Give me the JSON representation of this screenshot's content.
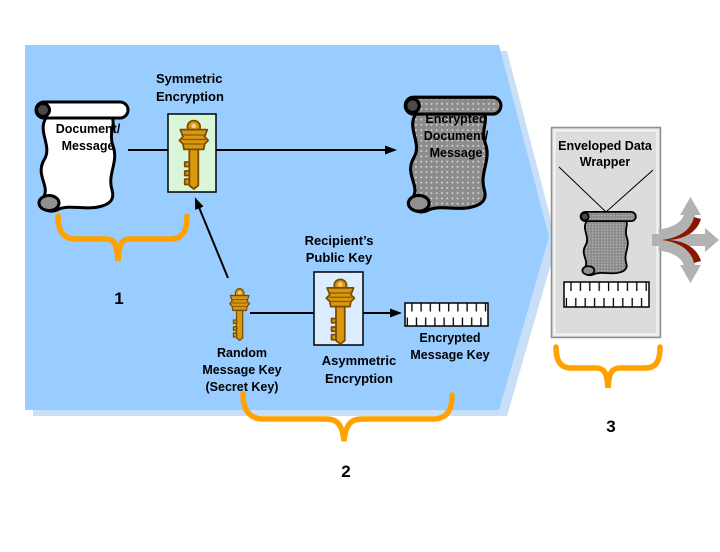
{
  "diagram_title": "Enveloped data encryption flow",
  "labels": {
    "document_message": [
      "Document/",
      "Message"
    ],
    "symmetric_encryption": [
      "Symmetric",
      "Encryption"
    ],
    "encrypted_document": [
      "Encrypted",
      "Document/",
      "Message"
    ],
    "recipients_public_key": [
      "Recipient’s",
      "Public Key"
    ],
    "random_message_key": [
      "Random",
      "Message Key",
      "(Secret Key)"
    ],
    "asymmetric_encryption": [
      "Asymmetric",
      "Encryption"
    ],
    "encrypted_message_key": [
      "Encrypted",
      "Message Key"
    ],
    "enveloped_data_wrapper": [
      "Enveloped Data",
      "Wrapper"
    ],
    "step1": "1",
    "step2": "2",
    "step3": "3"
  },
  "icons": {
    "document": "scroll-icon",
    "encrypted_document": "dotted-scroll-icon",
    "symmetric_key": "gold-key-icon",
    "random_message_key": "gold-key-icon",
    "recipient_public_key": "gold-key-icon",
    "encrypted_message_key": "ticked-bar-icon",
    "enveloped_scroll": "dotted-scroll-icon",
    "enveloped_key_block": "ticked-bar-icon",
    "combine": "merge-arrows-icon",
    "grouping": "orange-underbrace"
  },
  "colors": {
    "flow_arrow_fill": "#99CCFF",
    "flow_arrow_shadow": "#C9DFF7",
    "symmetric_box_fill": "#D9F6D9",
    "public_key_box_fill": "#DBEDFF",
    "wrapper_box_fill": "#DCDCDC",
    "scroll_gray": "#8C8C8C",
    "brace_orange": "#FFA200",
    "key_gold": "#D9980F",
    "merge_gray": "#B2B2B2",
    "merge_red": "#8B1500"
  }
}
